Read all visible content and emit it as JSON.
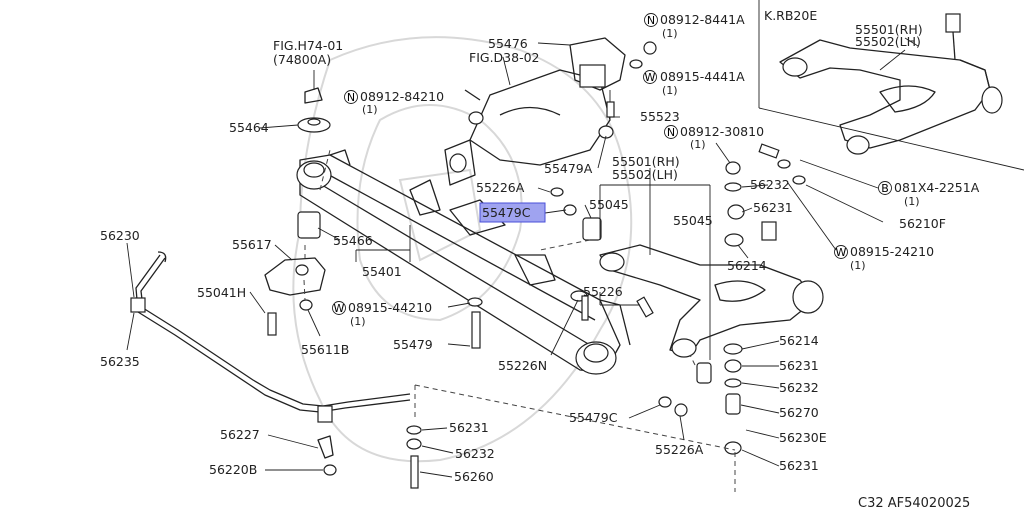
{
  "region_label": "K.RB20E",
  "figure_code": "C32  AF54020025",
  "highlighted_part": "55479C",
  "labels": {
    "fig_h74": "FIG.H74-01",
    "fig_h74_sub": "(74800A)",
    "fig_d38": "FIG.D38-02",
    "p55476": "55476",
    "n08912_8441a": "08912-8441A",
    "n08912_8441a_q": "(1)",
    "w08915_4441a": "08915-4441A",
    "w08915_4441a_q": "(1)",
    "n08912_84210": "08912-84210",
    "n08912_84210_q": "(1)",
    "p55464": "55464",
    "p55523": "55523",
    "n08912_30810": "08912-30810",
    "n08912_30810_q": "(1)",
    "p55479a": "55479A",
    "p55501rh": "55501(RH)",
    "p55502lh": "55502(LH)",
    "p55226a": "55226A",
    "p56232_a": "56232",
    "b081x4": "081X4-2251A",
    "b081x4_q": "(1)",
    "p55479c_hl": "55479C",
    "p55045_a": "55045",
    "p56231_a": "56231",
    "p56210f": "56210F",
    "p55045_b": "55045",
    "p56230": "56230",
    "p55466": "55466",
    "p55617": "55617",
    "p55401": "55401",
    "p56214_a": "56214",
    "w08915_24210": "08915-24210",
    "w08915_24210_q": "(1)",
    "p55041h": "55041H",
    "p55226": "55226",
    "w08915_44210": "08915-44210",
    "w08915_44210_q": "(1)",
    "p56214_b": "56214",
    "p55611b": "55611B",
    "p55479": "55479",
    "p56231_b": "56231",
    "p56235": "56235",
    "p55226n": "55226N",
    "p56232_b": "56232",
    "p56270": "56270",
    "p55479c": "55479C",
    "p56227": "56227",
    "p56231_c": "56231",
    "p56230e": "56230E",
    "p56232_c": "56232",
    "p55226a_b": "55226A",
    "p56220b": "56220B",
    "p56231_d": "56231",
    "p56260": "56260",
    "inset_55501": "55501(RH)",
    "inset_55502": "55502(LH)"
  },
  "prefixes": {
    "n": "N",
    "w": "W",
    "b": "B"
  },
  "colors": {
    "highlight": "#9fa3f0",
    "line": "#222222",
    "watermark": "#d8d8d8"
  }
}
